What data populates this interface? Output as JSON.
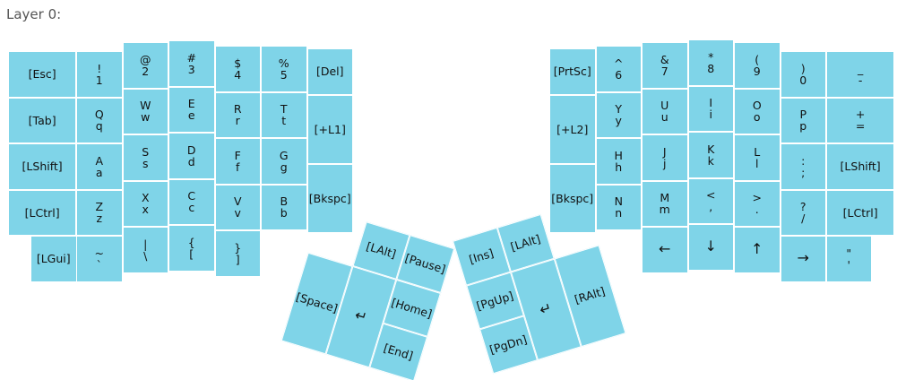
{
  "title": "Layer 0:",
  "left_keys": [
    {
      "id": "esc",
      "top": "[Esc]"
    },
    {
      "id": "1",
      "top": "!",
      "bottom": "1"
    },
    {
      "id": "2",
      "top": "@",
      "bottom": "2"
    },
    {
      "id": "3",
      "top": "#",
      "bottom": "3"
    },
    {
      "id": "4",
      "top": "$",
      "bottom": "4"
    },
    {
      "id": "5",
      "top": "%",
      "bottom": "5"
    },
    {
      "id": "del",
      "top": "[Del]"
    },
    {
      "id": "tab",
      "top": "[Tab]"
    },
    {
      "id": "q",
      "top": "Q",
      "bottom": "q"
    },
    {
      "id": "w",
      "top": "W",
      "bottom": "w"
    },
    {
      "id": "e",
      "top": "E",
      "bottom": "e"
    },
    {
      "id": "r",
      "top": "R",
      "bottom": "r"
    },
    {
      "id": "t",
      "top": "T",
      "bottom": "t"
    },
    {
      "id": "l1",
      "top": "[+L1]"
    },
    {
      "id": "lshift",
      "top": "[LShift]"
    },
    {
      "id": "a",
      "top": "A",
      "bottom": "a"
    },
    {
      "id": "s",
      "top": "S",
      "bottom": "s"
    },
    {
      "id": "d",
      "top": "D",
      "bottom": "d"
    },
    {
      "id": "f",
      "top": "F",
      "bottom": "f"
    },
    {
      "id": "g",
      "top": "G",
      "bottom": "g"
    },
    {
      "id": "bkspc",
      "top": "[Bkspc]"
    },
    {
      "id": "lctrl",
      "top": "[LCtrl]"
    },
    {
      "id": "z",
      "top": "Z",
      "bottom": "z"
    },
    {
      "id": "x",
      "top": "X",
      "bottom": "x"
    },
    {
      "id": "c",
      "top": "C",
      "bottom": "c"
    },
    {
      "id": "v",
      "top": "V",
      "bottom": "v"
    },
    {
      "id": "b",
      "top": "B",
      "bottom": "b"
    },
    {
      "id": "lgui",
      "top": "[LGui]"
    },
    {
      "id": "tilde",
      "top": "~",
      "bottom": "`"
    },
    {
      "id": "pipe",
      "top": "|",
      "bottom": "\\"
    },
    {
      "id": "lbrace",
      "top": "{",
      "bottom": "["
    },
    {
      "id": "rbrace",
      "top": "}",
      "bottom": "]"
    }
  ],
  "right_keys": [
    {
      "id": "prtsc",
      "top": "[PrtSc]"
    },
    {
      "id": "6",
      "top": "^",
      "bottom": "6"
    },
    {
      "id": "7",
      "top": "&",
      "bottom": "7"
    },
    {
      "id": "8",
      "top": "*",
      "bottom": "8"
    },
    {
      "id": "9",
      "top": "(",
      "bottom": "9"
    },
    {
      "id": "0",
      "top": ")",
      "bottom": "0"
    },
    {
      "id": "minus",
      "top": "_",
      "bottom": "-"
    },
    {
      "id": "l2",
      "top": "[+L2]"
    },
    {
      "id": "y",
      "top": "Y",
      "bottom": "y"
    },
    {
      "id": "u",
      "top": "U",
      "bottom": "u"
    },
    {
      "id": "i",
      "top": "I",
      "bottom": "i"
    },
    {
      "id": "o",
      "top": "O",
      "bottom": "o"
    },
    {
      "id": "p",
      "top": "P",
      "bottom": "p"
    },
    {
      "id": "equal",
      "top": "+",
      "bottom": "="
    },
    {
      "id": "h",
      "top": "H",
      "bottom": "h"
    },
    {
      "id": "j",
      "top": "J",
      "bottom": "j"
    },
    {
      "id": "k",
      "top": "K",
      "bottom": "k"
    },
    {
      "id": "l",
      "top": "L",
      "bottom": "l"
    },
    {
      "id": "semicolon",
      "top": ":",
      "bottom": ";"
    },
    {
      "id": "rshift",
      "top": "[LShift]"
    },
    {
      "id": "bkspc2",
      "top": "[Bkspc]"
    },
    {
      "id": "n",
      "top": "N",
      "bottom": "n"
    },
    {
      "id": "m",
      "top": "M",
      "bottom": "m"
    },
    {
      "id": "comma",
      "top": "<",
      "bottom": ","
    },
    {
      "id": "period",
      "top": ">",
      "bottom": "."
    },
    {
      "id": "slash",
      "top": "?",
      "bottom": "/"
    },
    {
      "id": "rctrl",
      "top": "[LCtrl]"
    },
    {
      "id": "left",
      "top": "←"
    },
    {
      "id": "down",
      "top": "↓"
    },
    {
      "id": "up",
      "top": "↑"
    },
    {
      "id": "right",
      "top": "→"
    },
    {
      "id": "quote",
      "top": "\"",
      "bottom": "'"
    }
  ],
  "left_thumb": [
    {
      "id": "lalt",
      "top": "[LAlt]"
    },
    {
      "id": "pause",
      "top": "[Pause]"
    },
    {
      "id": "space",
      "top": "[Space]"
    },
    {
      "id": "enter",
      "top": "↵"
    },
    {
      "id": "home",
      "top": "[Home]"
    },
    {
      "id": "end",
      "top": "[End]"
    }
  ],
  "right_thumb": [
    {
      "id": "ins",
      "top": "[Ins]"
    },
    {
      "id": "lalt2",
      "top": "[LAlt]"
    },
    {
      "id": "pgup",
      "top": "[PgUp]"
    },
    {
      "id": "enter2",
      "top": "↵"
    },
    {
      "id": "ralt",
      "top": "[RAlt]"
    },
    {
      "id": "pgdn",
      "top": "[PgDn]"
    }
  ],
  "colors": {
    "key": "#7fd4e8",
    "gap": "#ffffff",
    "title": "#555555"
  }
}
